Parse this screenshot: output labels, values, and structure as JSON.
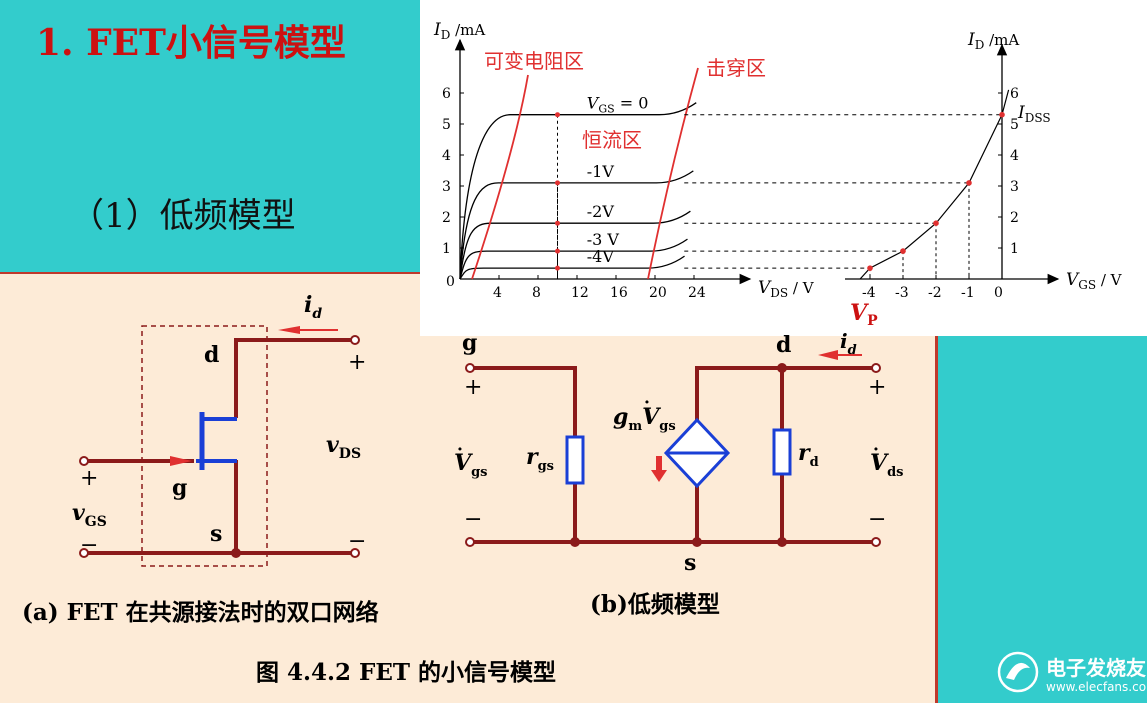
{
  "title": "1. FET小信号模型",
  "subtitle": "（1）低频模型",
  "graph": {
    "left": {
      "y_axis_label": "I",
      "y_axis_sub": "D",
      "y_axis_unit": " /mA",
      "x_axis_label": "V",
      "x_axis_sub": "DS",
      "x_axis_unit": " / V",
      "x_ticks": [
        "4",
        "8",
        "12",
        "16",
        "20",
        "24"
      ],
      "y_ticks": [
        "1",
        "2",
        "3",
        "4",
        "5",
        "6"
      ],
      "origin": "0",
      "curves": [
        {
          "label_main": "V",
          "label_sub": "GS",
          "label_rest": " = 0",
          "id": 5.3
        },
        {
          "label_main": "",
          "label_sub": "",
          "label_rest": "-1V",
          "id": 3.1
        },
        {
          "label_main": "",
          "label_sub": "",
          "label_rest": "-2V",
          "id": 1.8
        },
        {
          "label_main": "",
          "label_sub": "",
          "label_rest": "-3 V",
          "id": 0.9
        },
        {
          "label_main": "",
          "label_sub": "",
          "label_rest": "-4V",
          "id": 0.35
        }
      ],
      "region_variable": "可变电阻区",
      "region_constant": "恒流区",
      "region_breakdown": "击穿区"
    },
    "right": {
      "y_axis_label": "I",
      "y_axis_sub": "D",
      "y_axis_unit": " /mA",
      "x_axis_label": "V",
      "x_axis_sub": "GS",
      "x_axis_unit": " / V",
      "x_ticks": [
        "-4",
        "-3",
        "-2",
        "-1",
        "0"
      ],
      "y_ticks": [
        "1",
        "2",
        "3",
        "4",
        "5",
        "6"
      ],
      "idss_main": "I",
      "idss_sub": "DSS",
      "vp_main": "V",
      "vp_sub": "P",
      "transfer_points": [
        {
          "vgs": -4,
          "id": 0.35
        },
        {
          "vgs": -3,
          "id": 0.9
        },
        {
          "vgs": -2,
          "id": 1.8
        },
        {
          "vgs": -1,
          "id": 3.1
        },
        {
          "vgs": 0,
          "id": 5.3
        }
      ]
    }
  },
  "circuit_a": {
    "current_main": "i",
    "current_sub": "d",
    "drain": "d",
    "gate": "g",
    "source": "s",
    "plus": "+",
    "minus": "−",
    "vds_main": "v",
    "vds_sub": "DS",
    "vgs_main": "v",
    "vgs_sub": "GS",
    "caption": "(a) FET 在共源接法时的双口网络"
  },
  "circuit_b": {
    "gate": "g",
    "drain": "d",
    "source": "s",
    "current_main": "i",
    "current_sub": "d",
    "plus": "+",
    "minus": "−",
    "vgs_main": "V",
    "vgs_sub": "gs",
    "rgs_main": "r",
    "rgs_sub": "gs",
    "gm_main": "g",
    "gm_sub": "m",
    "gm_v": "V",
    "gm_vsub": "gs",
    "rd_main": "r",
    "rd_sub": "d",
    "vds_main": "V",
    "vds_sub": "ds",
    "caption": "(b)低频模型"
  },
  "figure_caption": "图 4.4.2    FET 的小信号模型",
  "watermark": {
    "main": "电子发烧友",
    "url": "www.elecfans.com"
  },
  "colors": {
    "teal": "#33cccc",
    "title_red": "#cc1111",
    "panel_bg": "#fdebd7",
    "wire": "#8b1a1a",
    "blue": "#1a3fd6",
    "region_red": "#e03030"
  }
}
